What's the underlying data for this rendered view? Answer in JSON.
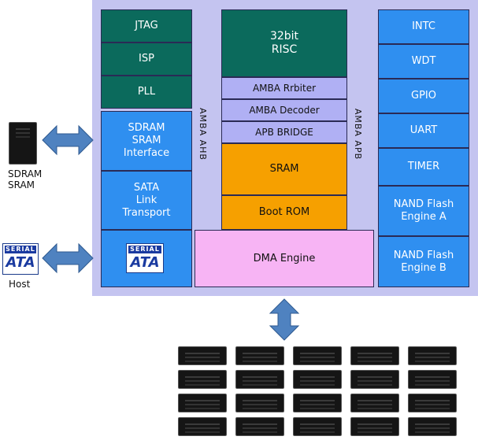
{
  "colors": {
    "panel": "#c4c4f0",
    "blue_block": "#2f8ff0",
    "risc_block": "#0b6a5c",
    "amba_block": "#b0b0f4",
    "memory_block": "#f6a000",
    "dma_block": "#f7b4f4",
    "arrow": "#4f82c0"
  },
  "left_column": {
    "jtag": "JTAG",
    "isp": "ISP",
    "pll": "PLL",
    "sdram_interface": [
      "SDRAM",
      "SRAM",
      "Interface"
    ],
    "sata_link": [
      "SATA",
      "Link",
      "Transport"
    ],
    "sata_logo": {
      "top": "SERIAL",
      "main": "ATA"
    }
  },
  "bus_labels": {
    "ahb": "AMBA AHB",
    "apb": "AMBA APB"
  },
  "center_column": {
    "risc": [
      "32bit",
      "RISC"
    ],
    "arbiter": "AMBA Rrbiter",
    "decoder": "AMBA Decoder",
    "apb_bridge": "APB BRIDGE",
    "sram": "SRAM",
    "boot_rom": "Boot ROM",
    "dma": "DMA Engine"
  },
  "right_column": {
    "intc": "INTC",
    "wdt": "WDT",
    "gpio": "GPIO",
    "uart": "UART",
    "timer": "TIMER",
    "nand_a": [
      "NAND Flash",
      "Engine A"
    ],
    "nand_b": [
      "NAND Flash",
      "Engine B"
    ]
  },
  "external": {
    "sdram_label": [
      "SDRAM",
      "SRAM"
    ],
    "host_label": "Host",
    "host_logo": {
      "top": "SERIAL",
      "main": "ATA"
    },
    "flash_chip_rows": 4,
    "flash_chip_cols": 5
  }
}
